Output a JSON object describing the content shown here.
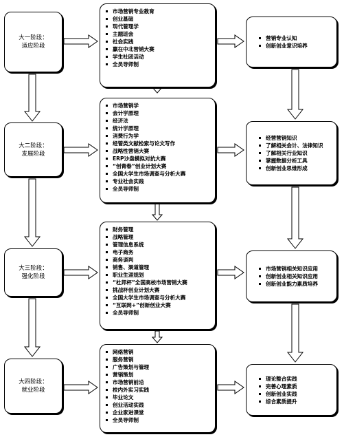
{
  "stages": [
    {
      "label1": "大一阶段：",
      "label2": "适应阶段"
    },
    {
      "label1": "大二阶段：",
      "label2": "发展阶段"
    },
    {
      "label1": "大三阶段：",
      "label2": "强化阶段"
    },
    {
      "label1": "大四阶段：",
      "label2": "就业阶段"
    }
  ],
  "middle": [
    {
      "items": [
        "市场营销专业教育",
        "创业基础",
        "现代管理学",
        "主题班会",
        "社会实践",
        "赢在中北营销大赛",
        "学生社团活动",
        "全员导师制"
      ]
    },
    {
      "items": [
        "市场营销学",
        "会计学原理",
        "经济法",
        "统计学原理",
        "消费行为学",
        "经管类文献检索与论文写作",
        "战略性营销大赛",
        "ERP沙盘模拟对抗大赛",
        "“创青春”创业计划大赛",
        "全国大学生市场调查与分析大赛",
        "专业社会实践",
        "全员导师制"
      ]
    },
    {
      "items": [
        "财务管理",
        "战略管理",
        "管理信息系统",
        "电子商务",
        "商务谈判",
        "销售、渠道管理",
        "职业生涯规划",
        "“杜邦杯”全国高校市场营销大赛",
        "挑战杯创业计划大赛",
        "全国大学生市场调查与分析大赛",
        "“互联网+”创新创业大赛",
        "全员导师制"
      ]
    },
    {
      "items": [
        "网络营销",
        "服务营销",
        "广告策划与管理",
        "营销策划",
        "市场营销前沿",
        "校内外实习实践",
        "毕业论文",
        "创业活动实践",
        "企业家进课堂",
        "全员导师制"
      ]
    }
  ],
  "outcomes": [
    {
      "items": [
        "营销专业认知",
        "创新创业意识培养"
      ]
    },
    {
      "items": [
        "经营营销知识",
        "了解相关会计、法律知识",
        "了解相关行业知识",
        "掌握数据分析工具",
        "创新创业思维形成"
      ]
    },
    {
      "items": [
        "市场营销相关知识应用",
        "创新创业相关知识应用",
        "创新创业能力素质培养"
      ]
    },
    {
      "items": [
        "理论整合实践",
        "完善心理素质",
        "创新创业实践",
        "综合素质提升"
      ]
    }
  ]
}
